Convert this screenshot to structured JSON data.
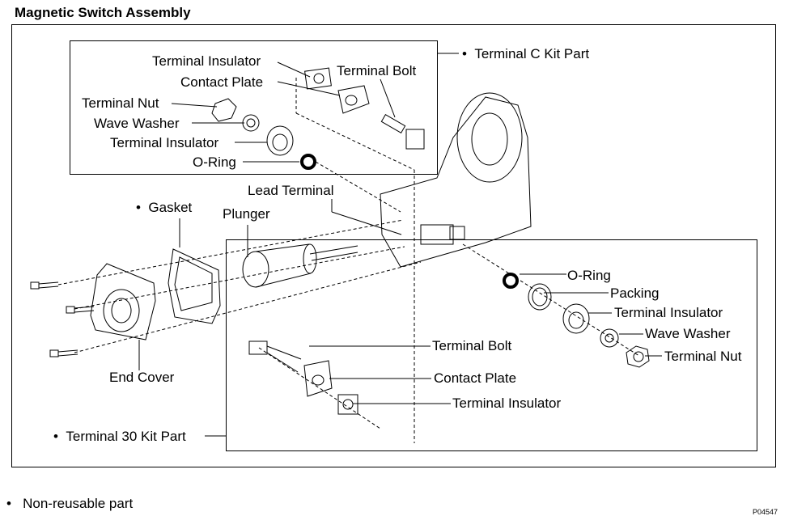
{
  "title": "Magnetic Switch Assembly",
  "kits": {
    "terminal_c": "Terminal C Kit Part",
    "terminal_30": "Terminal 30 Kit Part"
  },
  "labels": {
    "c_terminal_insulator_top": "Terminal Insulator",
    "c_contact_plate": "Contact Plate",
    "c_terminal_bolt": "Terminal Bolt",
    "c_terminal_nut": "Terminal Nut",
    "c_wave_washer": "Wave Washer",
    "c_terminal_insulator": "Terminal Insulator",
    "c_o_ring": "O-Ring",
    "lead_terminal": "Lead Terminal",
    "gasket": "Gasket",
    "plunger": "Plunger",
    "end_cover": "End Cover",
    "r_o_ring": "O-Ring",
    "r_packing": "Packing",
    "r_terminal_insulator": "Terminal Insulator",
    "r_wave_washer": "Wave Washer",
    "r_terminal_nut": "Terminal Nut",
    "t30_terminal_bolt": "Terminal Bolt",
    "t30_contact_plate": "Contact Plate",
    "t30_terminal_insulator": "Terminal Insulator"
  },
  "bullet": "•",
  "footnote": "Non-reusable part",
  "figure_code": "P04547"
}
